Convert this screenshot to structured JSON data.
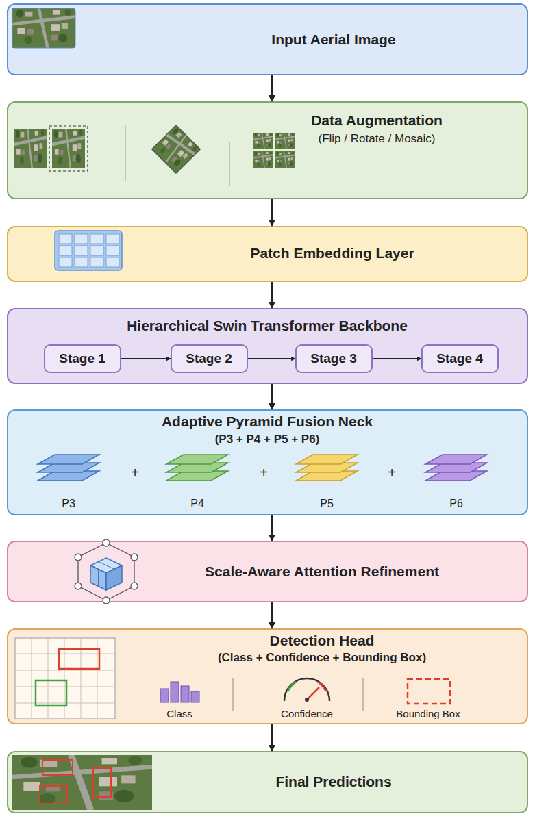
{
  "diagram": {
    "nodes": [
      {
        "text": [
          "Input Aerial Image"
        ]
      },
      {
        "text": [
          "Data Augmentation",
          "(Flip / Rotate / Mosaic)"
        ]
      },
      {
        "text": [
          "Patch Embedding Layer"
        ]
      },
      {
        "text": [
          "Hierarchical Swin Transformer Backbone"
        ]
      },
      {
        "text": [
          "Stage 1"
        ],
        "in": 3
      },
      {
        "text": [
          "Stage 2"
        ],
        "in": 3
      },
      {
        "text": [
          "Stage 3"
        ],
        "in": 3
      },
      {
        "text": [
          "Stage 4"
        ],
        "in": 3
      },
      {
        "text": [
          "Adaptive Pyramid Fusion Neck",
          "(P3 + P4 + P5 + P6)"
        ]
      },
      {
        "text": [
          "Scale-Aware Attention Refinement"
        ]
      },
      {
        "text": [
          "Detection Head",
          "(Class + Confidence + Bounding Box)"
        ]
      },
      {
        "text": [
          "Final Predictions"
        ]
      }
    ],
    "edges": [
      {
        "from": 0,
        "to": 1,
        "arrow": "to"
      },
      {
        "from": 1,
        "to": 2,
        "arrow": "to"
      },
      {
        "from": 2,
        "to": 3,
        "arrow": "to"
      },
      {
        "from": 4,
        "to": 5,
        "arrow": "to"
      },
      {
        "from": 5,
        "to": 6,
        "arrow": "to"
      },
      {
        "from": 6,
        "to": 7,
        "arrow": "to"
      },
      {
        "from": 3,
        "to": 8,
        "arrow": "to"
      },
      {
        "from": 8,
        "to": 9,
        "arrow": "to"
      },
      {
        "from": 9,
        "to": 10,
        "arrow": "to"
      },
      {
        "from": 10,
        "to": 11,
        "arrow": "to"
      }
    ],
    "labels": [
      "P3",
      "P4",
      "P5",
      "P6",
      "+",
      "+",
      "+",
      "Class",
      "Confidence",
      "Bounding Box"
    ]
  }
}
